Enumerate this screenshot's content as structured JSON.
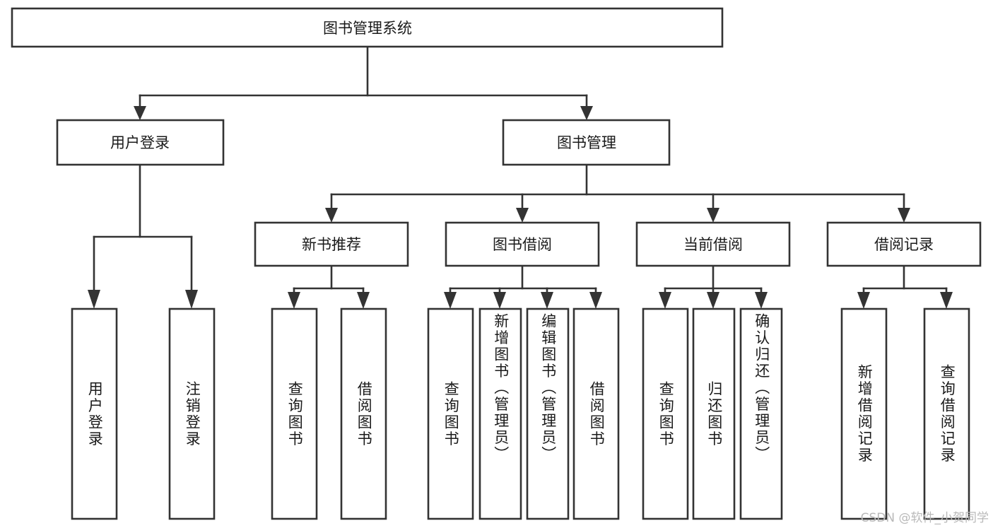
{
  "diagram": {
    "title": "图书管理系统",
    "type": "tree-hierarchy",
    "watermark": "CSDN @软件_小贺同学",
    "colors": {
      "box_stroke": "#333333",
      "box_fill": "#ffffff",
      "text": "#1a1a1a",
      "background": "#ffffff",
      "watermark": "#b9b9b9"
    },
    "levels": {
      "level1": "系统根节点",
      "level2": "主模块",
      "level3": "子模块",
      "level4": "功能项"
    },
    "nodes": {
      "root": {
        "label": "图书管理系统",
        "orientation": "horizontal"
      },
      "level2": [
        {
          "label": "用户登录",
          "orientation": "horizontal"
        },
        {
          "label": "图书管理",
          "orientation": "horizontal"
        }
      ],
      "level3": [
        {
          "label": "新书推荐",
          "orientation": "horizontal"
        },
        {
          "label": "图书借阅",
          "orientation": "horizontal"
        },
        {
          "label": "当前借阅",
          "orientation": "horizontal"
        },
        {
          "label": "借阅记录",
          "orientation": "horizontal"
        }
      ],
      "leaves": {
        "user_login": [
          {
            "label": "用户登录",
            "orientation": "vertical"
          },
          {
            "label": "注销登录",
            "orientation": "vertical"
          }
        ],
        "new_book_rec": [
          {
            "label": "查询图书",
            "orientation": "vertical"
          },
          {
            "label": "借阅图书",
            "orientation": "vertical"
          }
        ],
        "book_borrow": [
          {
            "label": "查询图书",
            "orientation": "vertical"
          },
          {
            "label": "新增图书（管理员）",
            "orientation": "vertical"
          },
          {
            "label": "编辑图书（管理员）",
            "orientation": "vertical"
          },
          {
            "label": "借阅图书",
            "orientation": "vertical"
          }
        ],
        "current_borrow": [
          {
            "label": "查询图书",
            "orientation": "vertical"
          },
          {
            "label": "归还图书",
            "orientation": "vertical"
          },
          {
            "label": "确认归还（管理员）",
            "orientation": "vertical"
          }
        ],
        "borrow_record": [
          {
            "label": "新增借阅记录",
            "orientation": "vertical"
          },
          {
            "label": "查询借阅记录",
            "orientation": "vertical"
          }
        ]
      }
    }
  }
}
